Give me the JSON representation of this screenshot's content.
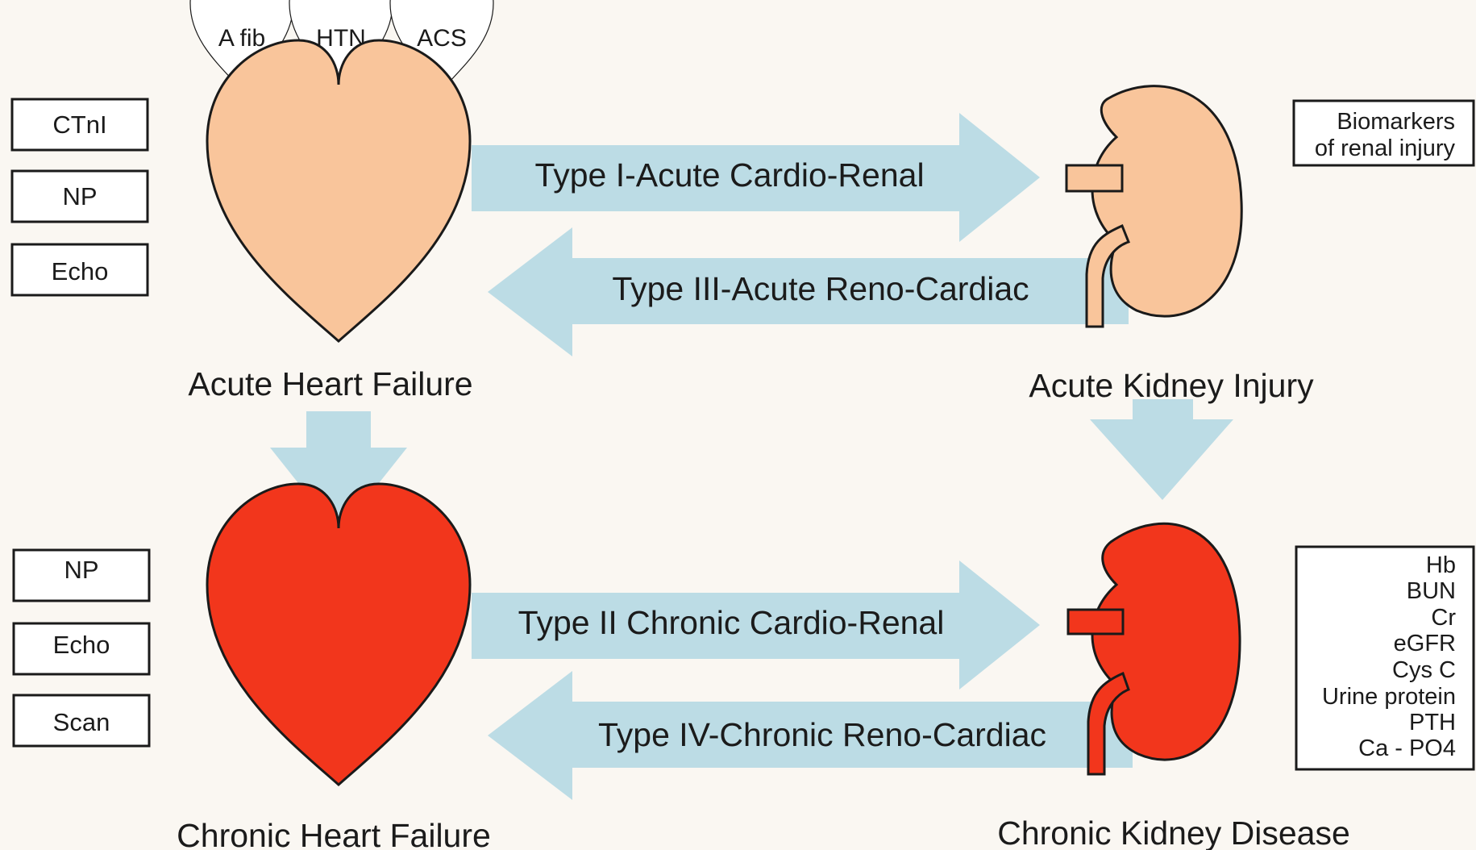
{
  "risk_factors": [
    "A fib",
    "HTN",
    "ACS"
  ],
  "acute_heart": {
    "label": "Acute Heart Failure",
    "tests": [
      "CTnI",
      "NP",
      "Echo"
    ]
  },
  "chronic_heart": {
    "label": "Chronic Heart Failure",
    "tests": [
      "NP",
      "Echo",
      "Scan"
    ]
  },
  "acute_kidney": {
    "label": "Acute Kidney Injury",
    "biomarkers": [
      "Biomarkers",
      "of renal injury"
    ]
  },
  "chronic_kidney": {
    "label": "Chronic Kidney Disease",
    "biomarkers": [
      "Hb",
      "BUN",
      "Cr",
      "eGFR",
      "Cys C",
      "Urine protein",
      "PTH",
      "Ca - PO4"
    ]
  },
  "arrows": {
    "type1": "Type I-Acute Cardio-Renal",
    "type3": "Type III-Acute Reno-Cardiac",
    "type2": "Type II Chronic Cardio-Renal",
    "type4": "Type IV-Chronic Reno-Cardiac"
  },
  "colors": {
    "arrow": "#bcdce5",
    "acute_organ": "#f9c59b",
    "chronic_organ": "#f2361c",
    "outline": "#1a1a1a",
    "background": "#faf7f2"
  }
}
